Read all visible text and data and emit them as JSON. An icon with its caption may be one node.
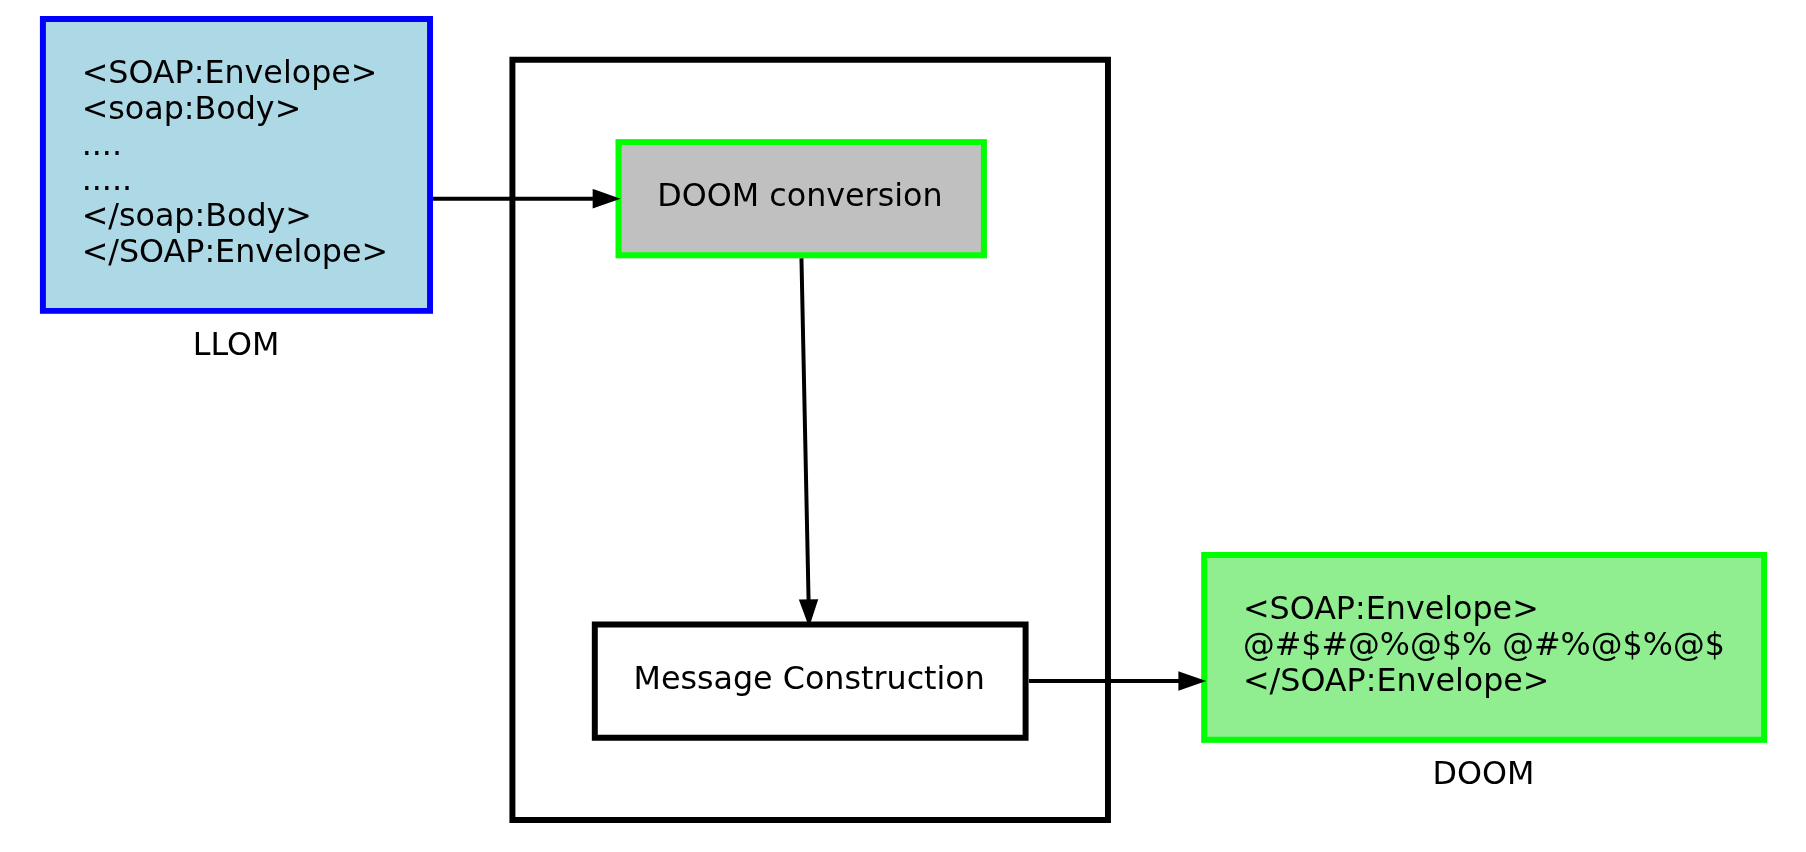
{
  "diagram": {
    "nodes": [
      {
        "text": [
          "<SOAP:Envelope>",
          "<soap:Body>",
          "....",
          ".....",
          "</soap:Body>",
          "</SOAP:Envelope>"
        ],
        "beside": [
          "LLOM"
        ]
      },
      {
        "text": [],
        "shape": "box"
      },
      {
        "text": [
          "DOOM conversion"
        ],
        "in": 1
      },
      {
        "text": [
          "Message Construction"
        ],
        "in": 1
      },
      {
        "text": [
          "<SOAP:Envelope>",
          "@#$#@%@$% @#%@$%@$",
          "</SOAP:Envelope>"
        ],
        "beside": [
          "DOOM"
        ]
      }
    ],
    "edges": [
      {
        "from": 0,
        "to": 2,
        "arrow": "to"
      },
      {
        "from": 2,
        "to": 3,
        "arrow": "to"
      },
      {
        "from": 3,
        "to": 4,
        "arrow": "to"
      }
    ]
  }
}
